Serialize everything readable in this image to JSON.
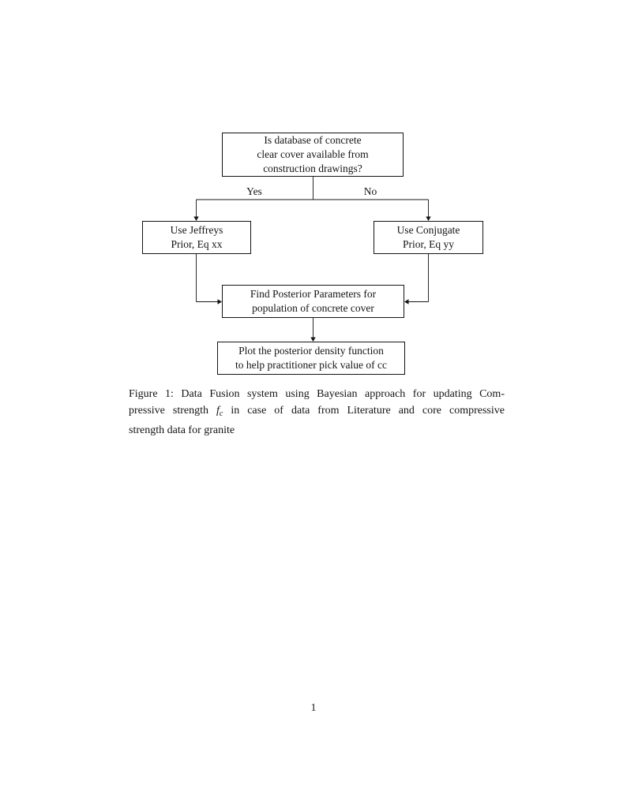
{
  "figure": {
    "nodes": {
      "question": "Is database of concrete\nclear cover available from\nconstruction drawings?",
      "jeffreys": "Use Jeffreys\nPrior, Eq xx",
      "conjugate": "Use Conjugate\nPrior, Eq yy",
      "posterior": "Find Posterior Parameters for\npopulation of concrete cover",
      "plot": "Plot the posterior density function\nto help practitioner pick value of cc"
    },
    "edge_labels": {
      "yes": "Yes",
      "no": "No"
    }
  },
  "caption": {
    "line1": "Figure 1: Data Fusion system using Bayesian approach for updating Com-",
    "line2_before": "pressive strength ",
    "math_var": "f",
    "math_sub": "c",
    "line2_after": " in case of data from Literature and core compressive",
    "line3": "strength data for granite"
  },
  "page_number": "1",
  "colors": {
    "ink": "#141414",
    "paper": "#ffffff"
  }
}
